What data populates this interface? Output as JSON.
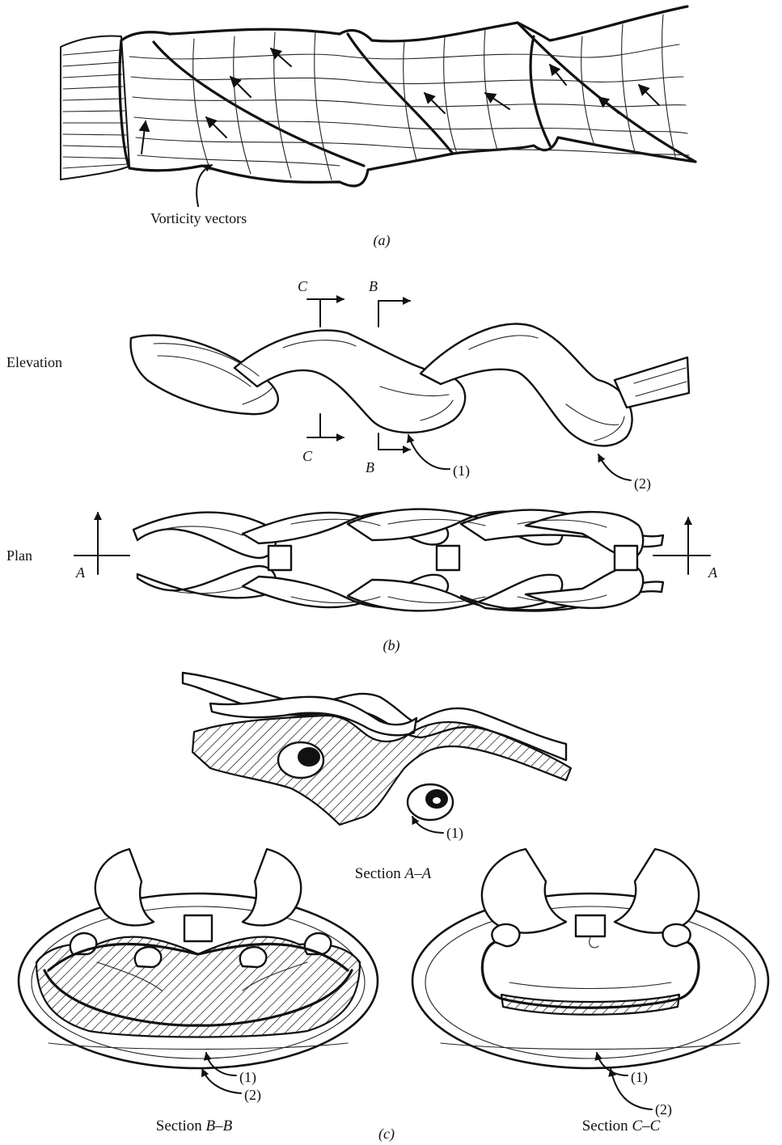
{
  "panel_a": {
    "label_vorticity": "Vorticity vectors",
    "caption": "(a)"
  },
  "panel_b": {
    "label_elevation": "Elevation",
    "label_plan": "Plan",
    "section_C_top": "C",
    "section_B_top": "B",
    "section_C_bottom": "C",
    "section_B_bottom": "B",
    "callout_1": "(1)",
    "callout_2": "(2)",
    "section_A_left": "A",
    "section_A_right": "A",
    "caption": "(b)"
  },
  "section_aa": {
    "callout_1": "(1)",
    "caption_prefix": "Section ",
    "caption_ref": "A–A"
  },
  "section_bb": {
    "callout_1": "(1)",
    "callout_2": "(2)",
    "caption_prefix": "Section ",
    "caption_ref": "B–B"
  },
  "section_cc": {
    "callout_1": "(1)",
    "callout_2": "(2)",
    "caption_prefix": "Section ",
    "caption_ref": "C–C"
  },
  "panel_c_caption": "(c)"
}
